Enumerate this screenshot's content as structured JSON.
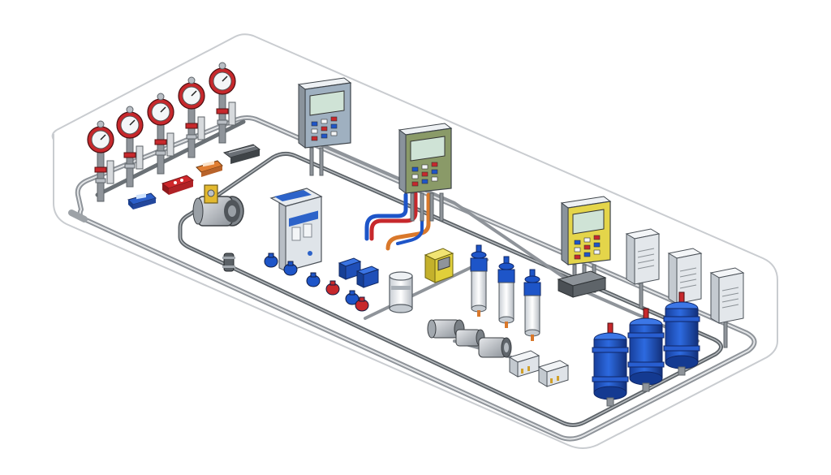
{
  "scene": {
    "kind": "isometric process piping layout",
    "colors": {
      "background": "#ffffff",
      "enclosure": "#c9ccd0",
      "pipe": "#8f949a",
      "pipe_dark": "#5d6368",
      "pipe_light": "#d7dadd",
      "panel_blue": "#9fb0c0",
      "panel_green": "#8a9a68",
      "panel_yellow": "#e4d54a",
      "screen": "#cfe3d6",
      "red": "#c7282c",
      "blue": "#1e55c8",
      "orange": "#d9782b",
      "metal": "#b9bec4"
    }
  },
  "components": {
    "gauges": [
      "pressure-gauge",
      "pressure-gauge",
      "pressure-gauge",
      "pressure-gauge",
      "pressure-gauge"
    ],
    "control_panels": [
      "control-panel-left",
      "control-panel-center",
      "control-panel-right"
    ],
    "blue_filters": [
      "filter-housing",
      "filter-housing",
      "filter-housing"
    ],
    "white_cartridges": [
      "cartridge-filter",
      "cartridge-filter",
      "cartridge-filter"
    ],
    "electrical_boxes": [
      "junction-box",
      "junction-box",
      "junction-box"
    ],
    "valves": [
      "ball-valve",
      "ball-valve",
      "ball-valve",
      "ball-valve",
      "ball-valve",
      "ball-valve"
    ]
  }
}
